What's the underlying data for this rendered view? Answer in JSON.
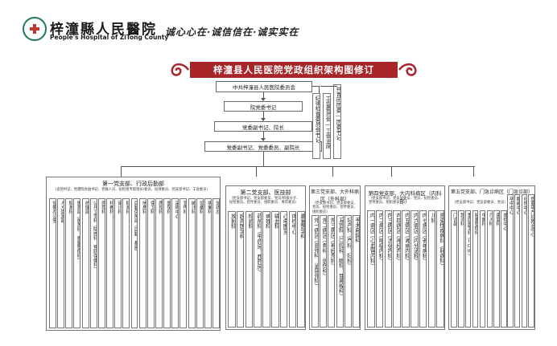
{
  "header": {
    "hospital_name": "梓潼縣人民醫院",
    "hospital_name_en": "People's Hospital of ZiTong County",
    "slogan": "诚心心在·诚信信在·诚实实在"
  },
  "title": "梓潼县人民医院党政组织架构图修订",
  "top_boxes": {
    "committee": "中共梓潼县人民医院委员会",
    "secretary": "院党委书记",
    "deputy": "党委副书记、院长",
    "members": "党委副书记、党委委员、副院长"
  },
  "side_boxes": {
    "discipline": "纪律检查委员会书记",
    "union": "工会委员会—工会主席",
    "youth": "共青团团委—团委书记"
  },
  "branches": [
    {
      "title": "第一党支部、行政后勤部",
      "desc": "（含团书记、党建院办副书记、党群人员、纪检组专职组长/委员、纪律委员、团支部书记、工会委员）",
      "depts": [
        "党委办公室",
        "人力资源部",
        "财务科",
        "医务部（医务科、质量管理科）",
        "护理部",
        "公共卫生科（院感科、预防保健科）",
        "感控科",
        "科教科",
        "审计科",
        "财务科",
        "后勤保障部（后勤、基建）",
        "信息科",
        "保卫科",
        "质控科",
        "医保科",
        "采购中心",
        "宣传科",
        "统计科",
        "设备科",
        "病案科",
        "党政办"
      ]
    },
    {
      "title": "第二党支部、医技部",
      "desc": "（党支部书记、党支部委员、党员/积极分子、纪检委员、宣传委员、组织委员、青年委员）",
      "depts": [
        "放射科",
        "超声医学科",
        "检验科",
        "药剂科（中药房、西药房）",
        "病理科",
        "输血科",
        "心电图室",
        "体检中心",
        "康复医学科"
      ]
    },
    {
      "title": "第三党支部、大外科病区（外科部）",
      "desc": "（党支部书记、党支部委员、党员、纪检委员、宣传委员、组织委员）",
      "depts": [
        "外一病区（普外科、泌尿外科）",
        "外二病区（骨科、创伤科）",
        "外三病区（神经外科）",
        "五官科（口腔科、眼科、耳鼻喉科）",
        "妇产科（产科、妇科）",
        "手术麻醉科"
      ]
    },
    {
      "title": "第四党支部、大内科病区（内科部）",
      "desc": "（党支部书记、党支部委员、党员、纪检委员、宣传委员、组织委员）",
      "depts": [
        "内一病区（心血管内科）",
        "内二病区（呼吸内科）",
        "内三病区（消化内科）",
        "内四病区（神经内科）",
        "内五病区（肾病内科）",
        "内六病区（内分泌科）",
        "内七病区（老年病科）",
        "儿科",
        "感染性疾病科（肝病科）"
      ]
    },
    {
      "title": "第五党支部、门急诊病区（门急诊部）",
      "desc": "（党支部书记、党支部委员、党员）",
      "depts": [
        "门诊部",
        "急诊科",
        "重症医学科（ICU）",
        "健康管理科",
        "中医科",
        "介入科",
        "康复科",
        "体检中心"
      ]
    },
    {
      "title": "",
      "desc": "",
      "depts": [
        "卒中中心",
        "胸痛中心",
        "创伤中心",
        "危重孕产妇救治中心"
      ]
    }
  ],
  "colors": {
    "banner": "#a8262a",
    "logo_green": "#1f7a5a",
    "line": "#555555"
  }
}
